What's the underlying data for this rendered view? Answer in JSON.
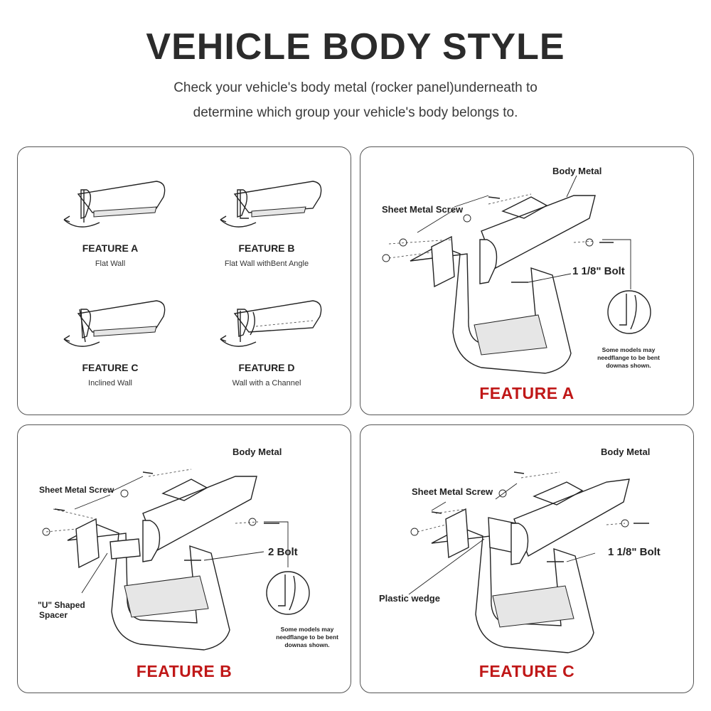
{
  "header": {
    "title": "VEHICLE BODY STYLE",
    "subtitle_line1": "Check your vehicle's body metal (rocker panel)underneath to",
    "subtitle_line2": "determine which group your vehicle's body belongs to."
  },
  "features_overview": [
    {
      "name": "FEATURE A",
      "desc": "Flat Wall"
    },
    {
      "name": "FEATURE B",
      "desc": "Flat Wall withBent Angle"
    },
    {
      "name": "FEATURE C",
      "desc": "Inclined Wall"
    },
    {
      "name": "FEATURE D",
      "desc": "Wall with a Channel"
    }
  ],
  "panel_a": {
    "feature_label": "FEATURE A",
    "body_metal": "Body Metal",
    "sheet_metal_screw": "Sheet Metal Screw",
    "bolt": "1 1/8\" Bolt",
    "note": "Some models may needflange to be bent downas shown."
  },
  "panel_b": {
    "feature_label": "FEATURE B",
    "body_metal": "Body Metal",
    "sheet_metal_screw": "Sheet Metal Screw",
    "bolt": "2 Bolt",
    "spacer_line1": "\"U\" Shaped",
    "spacer_line2": "Spacer",
    "note": "Some models may needflange to be bent downas shown."
  },
  "panel_c": {
    "feature_label": "FEATURE C",
    "body_metal": "Body Metal",
    "sheet_metal_screw": "Sheet Metal Screw",
    "bolt": "1 1/8\" Bolt",
    "wedge": "Plastic wedge"
  },
  "colors": {
    "accent_red": "#c01818",
    "border": "#555555"
  }
}
